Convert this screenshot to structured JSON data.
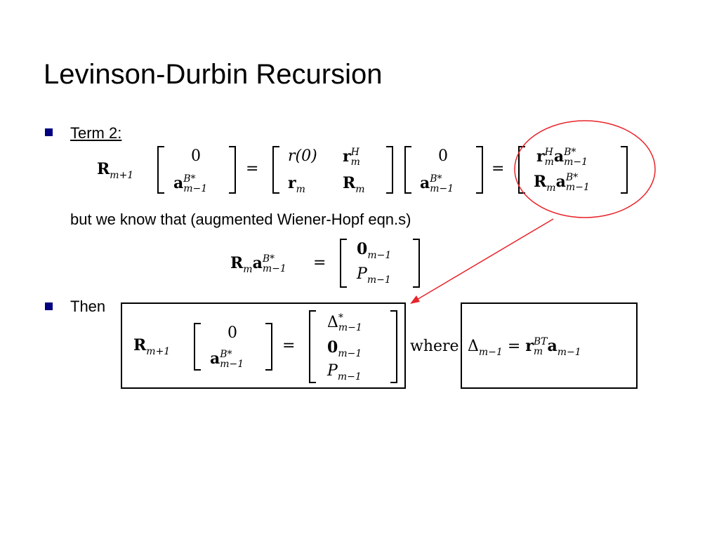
{
  "title": "Levinson-Durbin Recursion",
  "bullets": {
    "term2": "Term 2:",
    "knowthat": "but we know that (augmented Wiener-Hopf eqn.s)",
    "then": "Then"
  },
  "eq1": {
    "lhs_sym": "R",
    "lhs_sub": "m+1",
    "vec_top": "0",
    "vec_bot_sym": "a",
    "vec_bot_sup": "B*",
    "vec_bot_sub": "m−1",
    "eq": "=",
    "mat_r0": "r(0)",
    "mat_rmH_sym": "r",
    "mat_rmH_sup": "H",
    "mat_rmH_sub": "m",
    "mat_rm_sym": "r",
    "mat_rm_sub": "m",
    "mat_Rm_sym": "R",
    "mat_Rm_sub": "m",
    "res_top_r": "r",
    "res_top_rsup": "H",
    "res_top_rsub": "m",
    "res_top_a": "a",
    "res_top_asup": "B*",
    "res_top_asub": "m−1",
    "res_bot_R": "R",
    "res_bot_Rsub": "m",
    "res_bot_a": "a",
    "res_bot_asup": "B*",
    "res_bot_asub": "m−1"
  },
  "eq2": {
    "R": "R",
    "Rsub": "m",
    "a": "a",
    "asup": "B*",
    "asub": "m−1",
    "eq": "=",
    "top": "0",
    "top_sub": "m−1",
    "bot": "P",
    "bot_sub": "m−1"
  },
  "eq3": {
    "R": "R",
    "Rsub": "m+1",
    "vec_top": "0",
    "a": "a",
    "asup": "B*",
    "asub": "m−1",
    "eq": "=",
    "d": "Δ",
    "dsup": "*",
    "dsub": "m−1",
    "z": "0",
    "zsub": "m−1",
    "p": "P",
    "psub": "m−1",
    "where": "where",
    "d2": "Δ",
    "d2sub": "m−1",
    "eq2": "=",
    "r": "r",
    "rsup": "BT",
    "rsub": "m",
    "a2": "a",
    "a2sub": "m−1"
  },
  "colors": {
    "bullet": "#000080",
    "annotation": "#e8242a"
  }
}
